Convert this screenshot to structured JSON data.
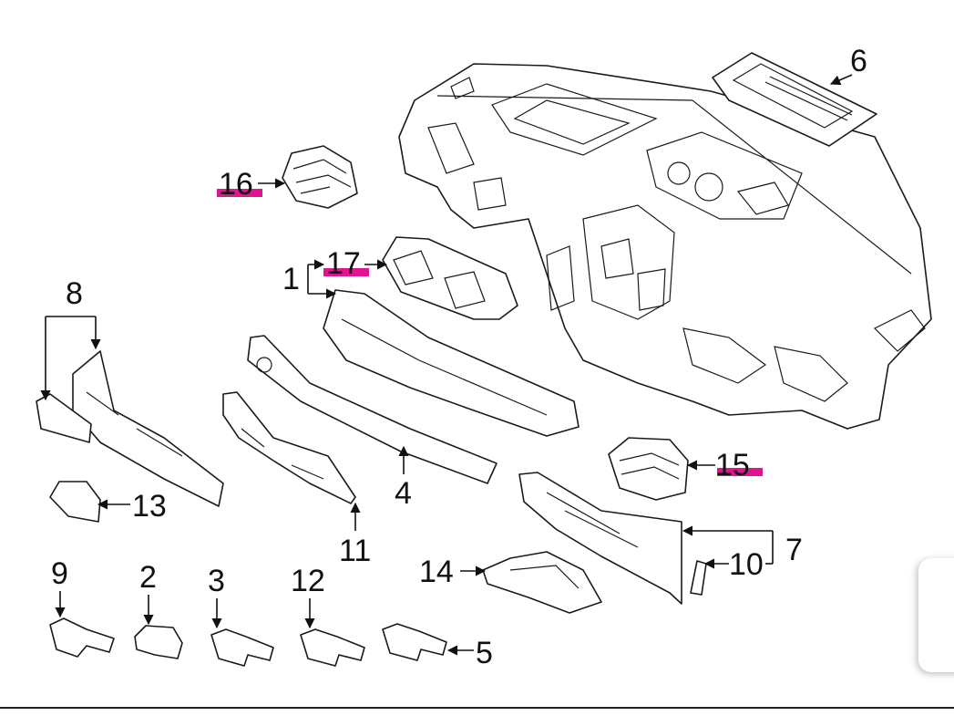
{
  "diagram": {
    "callouts": {
      "c1": "1",
      "c2": "2",
      "c3": "3",
      "c4": "4",
      "c5": "5",
      "c6": "6",
      "c7": "7",
      "c8": "8",
      "c9": "9",
      "c10": "10",
      "c11": "11",
      "c12": "12",
      "c13": "13",
      "c14": "14",
      "c15": "15",
      "c16": "16",
      "c17": "17"
    },
    "highlighted_callouts": [
      "15",
      "16",
      "17"
    ],
    "colors": {
      "highlight": "#e0148f",
      "line": "#1a1a1a",
      "background": "#ffffff"
    }
  }
}
